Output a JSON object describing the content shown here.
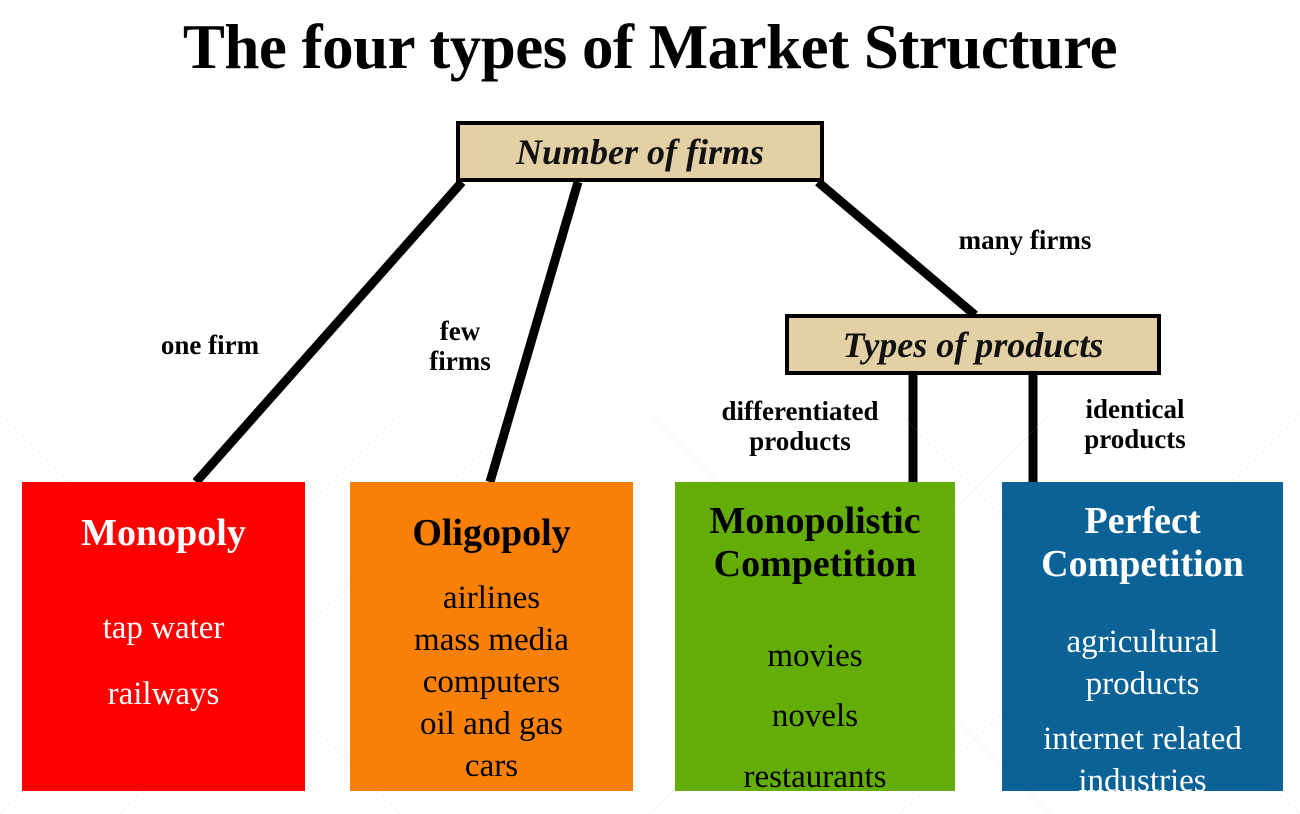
{
  "title": "The four types of Market Structure",
  "colors": {
    "decision_box_fill": "#e3d0a4",
    "decision_box_border": "#000000",
    "monopoly": "#ff0000",
    "oligopoly": "#f98006",
    "monopolistic_competition": "#63ad06",
    "perfect_competition": "#0a6296",
    "connector": "#000000",
    "text_dark": "#000000",
    "text_light": "#ffffff"
  },
  "decisions": [
    {
      "id": "number-of-firms",
      "label": "Number of firms"
    },
    {
      "id": "types-of-products",
      "label": "Types of products"
    }
  ],
  "edge_labels": [
    {
      "id": "one-firm",
      "text": "one firm"
    },
    {
      "id": "few-firms",
      "text": "few\nfirms"
    },
    {
      "id": "many-firms",
      "text": "many firms"
    },
    {
      "id": "differentiated-products",
      "text": "differentiated\nproducts"
    },
    {
      "id": "identical-products",
      "text": "identical\nproducts"
    }
  ],
  "market_types": [
    {
      "id": "monopoly",
      "title": "Monopoly",
      "color": "#ff0000",
      "text_color": "#ffffff",
      "examples": [
        "tap water",
        "railways"
      ]
    },
    {
      "id": "oligopoly",
      "title": "Oligopoly",
      "color": "#f98006",
      "text_color": "#000000",
      "examples": [
        "airlines",
        "mass media",
        "computers",
        "oil and gas",
        "cars"
      ]
    },
    {
      "id": "monopolistic-competition",
      "title": "Monopolistic\nCompetition",
      "color": "#63ad06",
      "text_color": "#000000",
      "examples": [
        "movies",
        "novels",
        "restaurants"
      ]
    },
    {
      "id": "perfect-competition",
      "title": "Perfect\nCompetition",
      "color": "#0a6296",
      "text_color": "#ffffff",
      "examples": [
        "agricultural\nproducts",
        "internet related\nindustries"
      ]
    }
  ]
}
